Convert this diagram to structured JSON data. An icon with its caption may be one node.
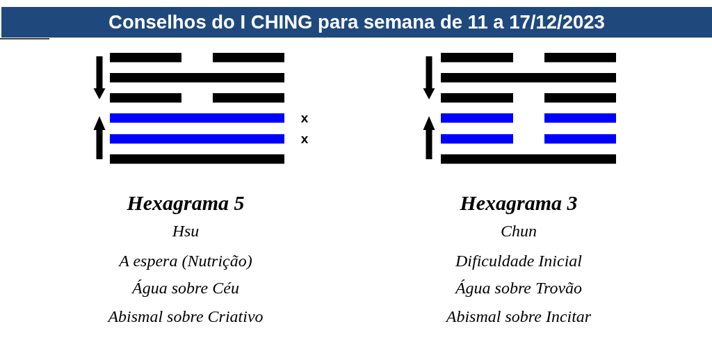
{
  "diagram": {
    "title": "Conselhos do I CHING para semana de 11 a 17/12/2023",
    "labels": [
      "x",
      "x",
      "Hexagrama 5",
      "Hsu",
      "A espera (Nutrição)",
      "Água sobre Céu",
      "Abismal sobre Criativo",
      "Hexagrama 3",
      "Chun",
      "Dificuldade Inicial",
      "Água sobre Trovão",
      "Abismal sobre Incitar"
    ]
  }
}
